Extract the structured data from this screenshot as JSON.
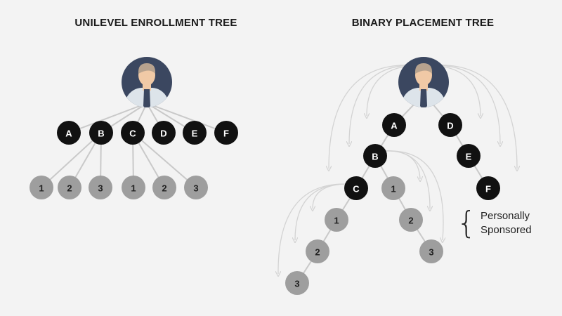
{
  "headings": {
    "unilevel": "UNILEVEL ENROLLMENT TREE",
    "binary": "BINARY PLACEMENT TREE"
  },
  "legend": {
    "line1": "Personally",
    "line2": "Sponsored"
  },
  "colors": {
    "black_node": "#111111",
    "grey_node": "#9e9e9e",
    "link": "#c9c9c9",
    "sponsor_arrow": "#d3d3d3",
    "avatar_bg": "#3b4760",
    "skin": "#f0c9a6",
    "hair": "#b7a28e",
    "shirt": "#dde4ea",
    "tie": "#3b4760"
  },
  "unilevel": {
    "root": "avatar",
    "level1": [
      "A",
      "B",
      "C",
      "D",
      "E",
      "F"
    ],
    "level2": [
      "1",
      "2",
      "3",
      "1",
      "2",
      "3"
    ]
  },
  "binary": {
    "root": "avatar",
    "nodes": [
      "A",
      "D",
      "B",
      "E",
      "C",
      "1",
      "F",
      "1",
      "2",
      "2",
      "3",
      "3"
    ]
  }
}
